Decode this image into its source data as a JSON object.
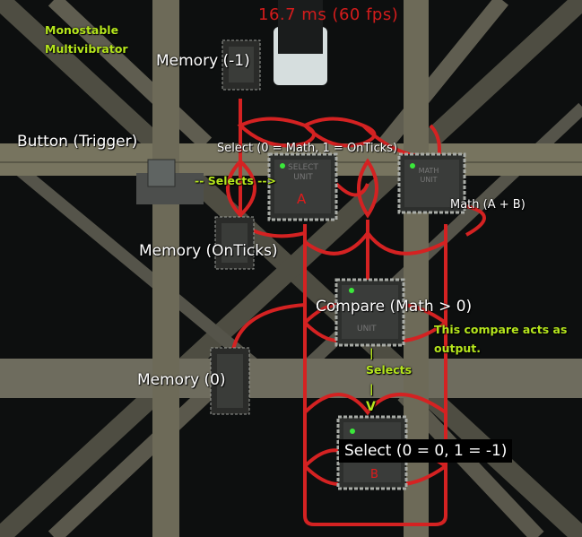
{
  "hud": {
    "frame_time": "16.7 ms (60 fps)"
  },
  "title": {
    "line1": "Monostable",
    "line2": "Multivibrator"
  },
  "labels": {
    "memory_neg1": "Memory (-1)",
    "button_trigger": "Button (Trigger)",
    "select_a": "Select (0 = Math, 1 = OnTicks)",
    "selects_arrow": "-- Selects -->",
    "math": "Math (A + B)",
    "memory_onticks": "Memory (OnTicks)",
    "compare": "Compare (Math > 0)",
    "compare_note_1": "This compare acts as",
    "compare_note_2": "output.",
    "selects_down_bar1": "|",
    "selects_down": "Selects",
    "selects_down_bar2": "|",
    "selects_down_arrow": "V",
    "memory_zero": "Memory (0)",
    "select_b": "Select (0 = 0, 1 = -1)",
    "marker_a": "A",
    "marker_b": "B"
  },
  "chips": {
    "select_unit": "SELECT UNIT",
    "math_unit": "MATH UNIT",
    "compare_unit": "UNIT"
  },
  "colors": {
    "wire": "#d42222",
    "annotation": "#b5e61d",
    "fps": "#d41c1c",
    "status_led": "#3be83b"
  }
}
